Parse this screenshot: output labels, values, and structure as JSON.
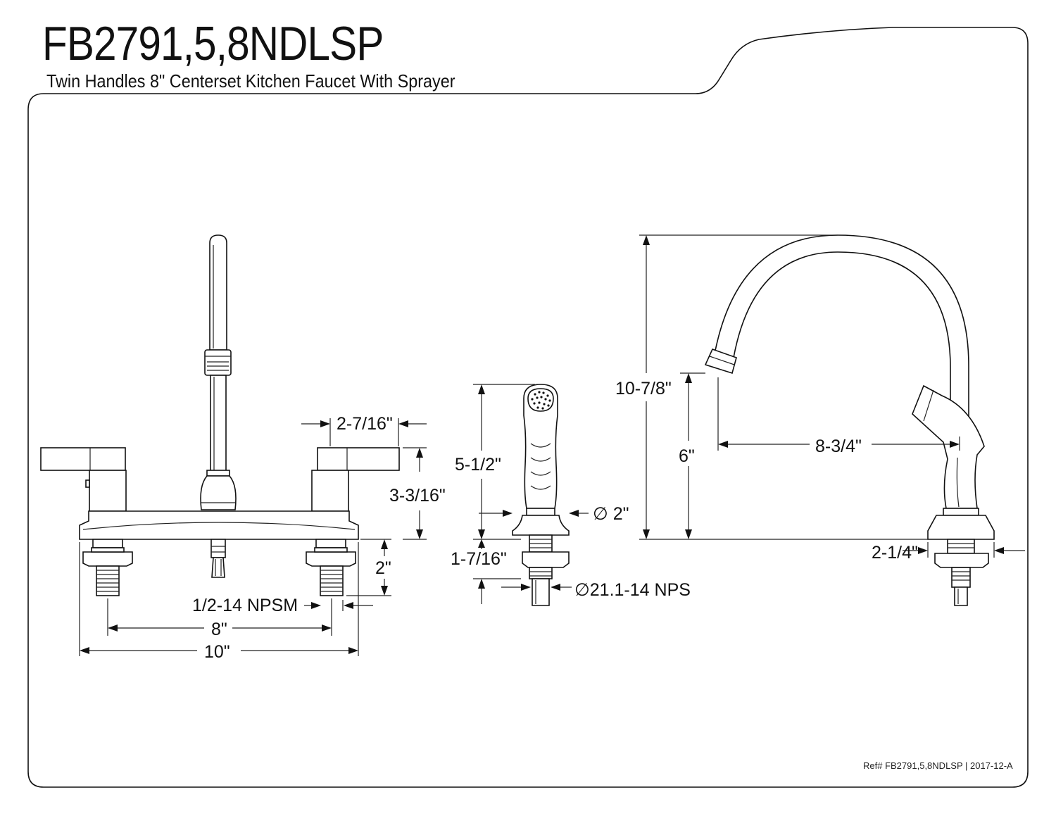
{
  "header": {
    "model": "FB2791,5,8NDLSP",
    "subtitle": "Twin Handles 8\" Centerset Kitchen Faucet With Sprayer"
  },
  "footer": {
    "reference": "Ref# FB2791,5,8NDLSP | 2017-12-A"
  },
  "front_view": {
    "handle_width": "2-7/16\"",
    "handle_height": "3-3/16\"",
    "shank_length": "2\"",
    "thread_size": "1/2-14 NPSM",
    "center_spacing": "8\"",
    "overall_width": "10\""
  },
  "sprayer": {
    "height": "5-1/2\"",
    "diameter": "∅ 2\"",
    "shank_length": "1-7/16\"",
    "thread_size": "∅21.1-14 NPS"
  },
  "side_view": {
    "overall_height": "10-7/8\"",
    "spout_clearance": "6\"",
    "spout_reach": "8-3/4\"",
    "base_diameter": "2-1/4\""
  }
}
